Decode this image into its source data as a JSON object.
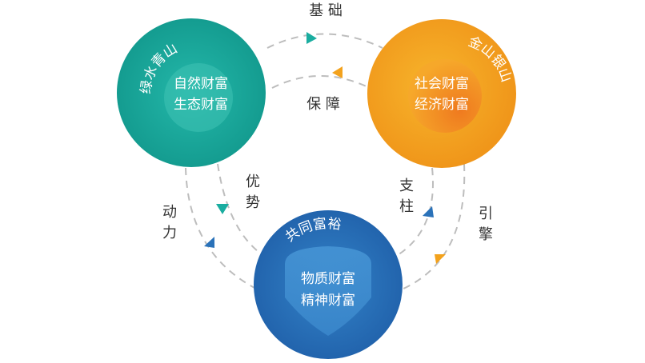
{
  "circles": {
    "green": {
      "title": "绿水青山",
      "line1": "自然财富",
      "line2": "生态财富",
      "color": "#1aada0"
    },
    "gold": {
      "title": "金山银山",
      "line1": "社会财富",
      "line2": "经济财富",
      "color": "#f3a21d"
    },
    "blue": {
      "title": "共同富裕",
      "line1": "物质财富",
      "line2": "精神财富",
      "color": "#2a72b9"
    }
  },
  "links": {
    "top_upper": "基 础",
    "top_lower": "保 障",
    "left_inner": [
      "优",
      "势"
    ],
    "left_outer": [
      "动",
      "力"
    ],
    "right_inner": [
      "支",
      "柱"
    ],
    "right_outer": [
      "引",
      "擎"
    ]
  },
  "arrow_colors": {
    "teal": "#1aada0",
    "orange": "#f3a21d",
    "blue": "#2a72b9"
  }
}
